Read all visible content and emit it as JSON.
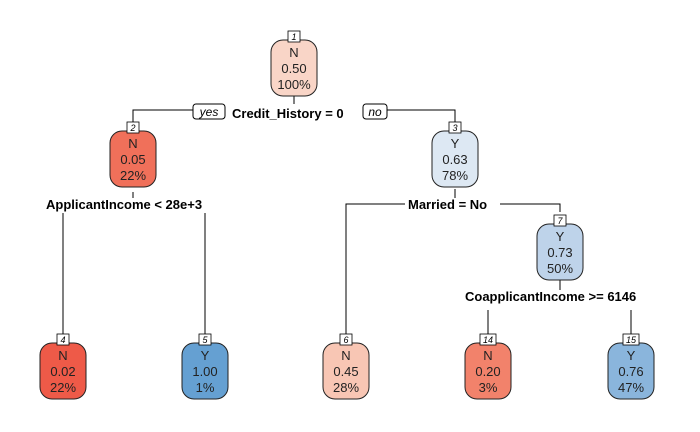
{
  "tree": {
    "root_split": "Credit_History = 0",
    "yes_label": "yes",
    "no_label": "no",
    "nodes": [
      {
        "id": "1",
        "class": "N",
        "prob": "0.50",
        "pct": "100%",
        "fill": "#f9d5c7"
      },
      {
        "id": "2",
        "class": "N",
        "prob": "0.05",
        "pct": "22%",
        "fill": "#f0705a"
      },
      {
        "id": "3",
        "class": "Y",
        "prob": "0.63",
        "pct": "78%",
        "fill": "#dde8f3"
      },
      {
        "id": "4",
        "class": "N",
        "prob": "0.02",
        "pct": "22%",
        "fill": "#ee5a48"
      },
      {
        "id": "5",
        "class": "Y",
        "prob": "1.00",
        "pct": "1%",
        "fill": "#65a0d2"
      },
      {
        "id": "6",
        "class": "N",
        "prob": "0.45",
        "pct": "28%",
        "fill": "#f8c6b4"
      },
      {
        "id": "7",
        "class": "Y",
        "prob": "0.73",
        "pct": "50%",
        "fill": "#bed3ea"
      },
      {
        "id": "14",
        "class": "N",
        "prob": "0.20",
        "pct": "3%",
        "fill": "#f2826b"
      },
      {
        "id": "15",
        "class": "Y",
        "prob": "0.76",
        "pct": "47%",
        "fill": "#8ab5dc"
      }
    ],
    "splits": {
      "s1": "Credit_History = 0",
      "s2": "ApplicantIncome < 28e+3",
      "s3": "Married = No",
      "s7": "CoapplicantIncome >= 6146"
    }
  }
}
